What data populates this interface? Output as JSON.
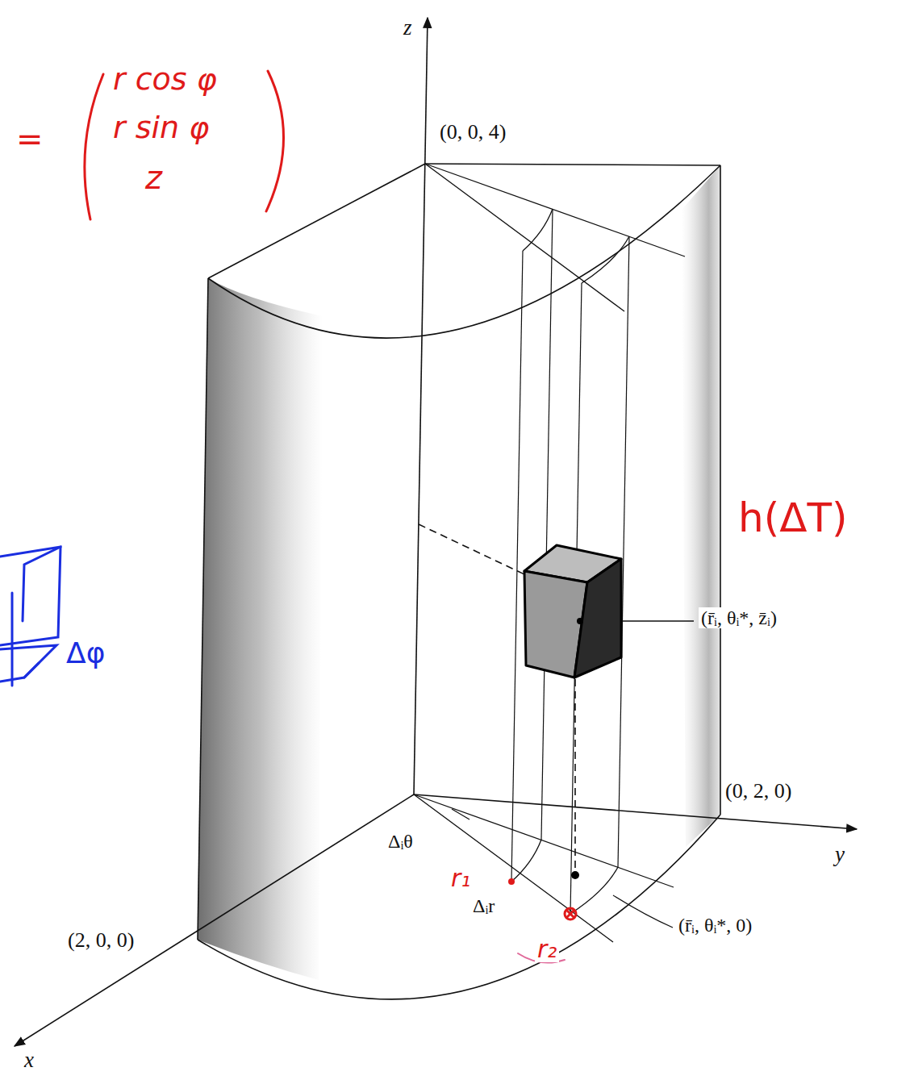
{
  "diagram": {
    "labels": [
      "=",
      "r cos φ",
      "r sin φ",
      "z",
      "z",
      "(0, 0, 4)",
      "h(ΔT)",
      "(r̄ᵢ, θᵢ*, z̄ᵢ)",
      "Δφ",
      "(0, 2, 0)",
      "y",
      "Δᵢθ",
      "r₁",
      "Δᵢr",
      "r₂",
      "(r̄ᵢ, θᵢ*, 0)",
      "(2, 0, 0)",
      "x"
    ]
  }
}
